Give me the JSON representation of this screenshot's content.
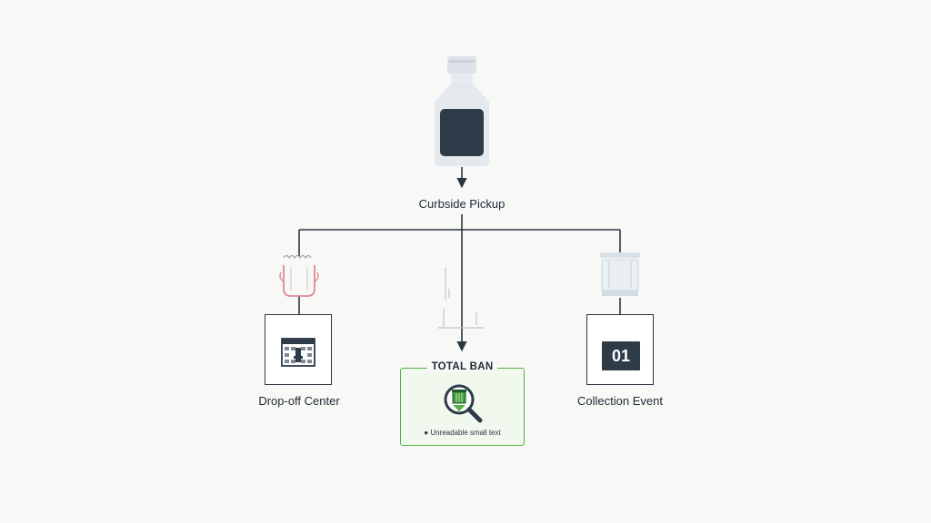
{
  "diagram": {
    "source_node": {
      "label": "Curbside Pickup",
      "icon": "bottle-icon"
    },
    "branches": [
      {
        "label": "Drop-off Center",
        "container_icon": "bag-icon",
        "box_icon": "calendar-icon"
      },
      {
        "label": "TOTAL BAN",
        "icon": "magnifier-icon",
        "footnote": "Unreadable small text",
        "accent_color": "#52b044"
      },
      {
        "label": "Collection Event",
        "container_icon": "container-icon",
        "box_number": "01"
      }
    ]
  },
  "colors": {
    "line": "#2a3642",
    "dark": "#2e3b49",
    "ban_accent": "#52b044",
    "bag_accent": "#d98a94"
  }
}
